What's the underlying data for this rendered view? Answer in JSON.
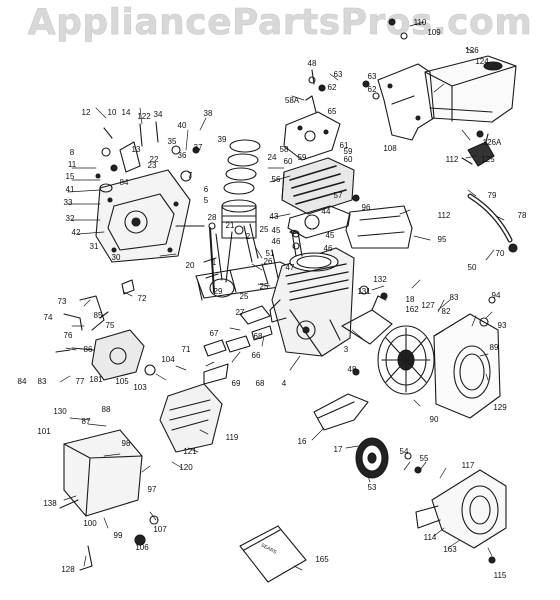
{
  "watermark": "AppliancePartsPros.com",
  "booklet_text": "SEARS",
  "parts": [
    {
      "id": "p110",
      "label": "110"
    },
    {
      "id": "p109",
      "label": "109"
    },
    {
      "id": "p126",
      "label": "126"
    },
    {
      "id": "p124",
      "label": "124"
    },
    {
      "id": "p48",
      "label": "48"
    },
    {
      "id": "p63a",
      "label": "63"
    },
    {
      "id": "p62a",
      "label": "62"
    },
    {
      "id": "p63b",
      "label": "63"
    },
    {
      "id": "p62b",
      "label": "62"
    },
    {
      "id": "p58A",
      "label": "58A"
    },
    {
      "id": "p65",
      "label": "65"
    },
    {
      "id": "p12",
      "label": "12"
    },
    {
      "id": "p10",
      "label": "10"
    },
    {
      "id": "p14",
      "label": "14"
    },
    {
      "id": "p122",
      "label": "122"
    },
    {
      "id": "p34",
      "label": "34"
    },
    {
      "id": "p38",
      "label": "38"
    },
    {
      "id": "p40",
      "label": "40"
    },
    {
      "id": "p39",
      "label": "39"
    },
    {
      "id": "p37",
      "label": "37"
    },
    {
      "id": "p35",
      "label": "35"
    },
    {
      "id": "p36",
      "label": "36"
    },
    {
      "id": "p8",
      "label": "8"
    },
    {
      "id": "p11",
      "label": "11"
    },
    {
      "id": "p15",
      "label": "15"
    },
    {
      "id": "p13",
      "label": "13"
    },
    {
      "id": "p22",
      "label": "22"
    },
    {
      "id": "p23",
      "label": "23"
    },
    {
      "id": "p7",
      "label": "7"
    },
    {
      "id": "p84a",
      "label": "84"
    },
    {
      "id": "p41",
      "label": "41"
    },
    {
      "id": "p33",
      "label": "33"
    },
    {
      "id": "p32",
      "label": "32"
    },
    {
      "id": "p42",
      "label": "42"
    },
    {
      "id": "p31",
      "label": "31"
    },
    {
      "id": "p30",
      "label": "30"
    },
    {
      "id": "p6",
      "label": "6"
    },
    {
      "id": "p5",
      "label": "5"
    },
    {
      "id": "p24",
      "label": "24"
    },
    {
      "id": "p58",
      "label": "58"
    },
    {
      "id": "p60a",
      "label": "60"
    },
    {
      "id": "p59",
      "label": "59"
    },
    {
      "id": "p61",
      "label": "61"
    },
    {
      "id": "p59b",
      "label": "59"
    },
    {
      "id": "p60b",
      "label": "60"
    },
    {
      "id": "p56",
      "label": "56"
    },
    {
      "id": "p57",
      "label": "57"
    },
    {
      "id": "p108",
      "label": "108"
    },
    {
      "id": "p112a",
      "label": "112"
    },
    {
      "id": "p126A",
      "label": "126A"
    },
    {
      "id": "p125",
      "label": "125"
    },
    {
      "id": "p79",
      "label": "79"
    },
    {
      "id": "p78",
      "label": "78"
    },
    {
      "id": "p96",
      "label": "96"
    },
    {
      "id": "p112b",
      "label": "112"
    },
    {
      "id": "p95",
      "label": "95"
    },
    {
      "id": "p70",
      "label": "70"
    },
    {
      "id": "p50",
      "label": "50"
    },
    {
      "id": "p43",
      "label": "43"
    },
    {
      "id": "p44",
      "label": "44"
    },
    {
      "id": "p45a",
      "label": "45"
    },
    {
      "id": "p45b",
      "label": "45"
    },
    {
      "id": "p46a",
      "label": "46"
    },
    {
      "id": "p46b",
      "label": "46"
    },
    {
      "id": "p51",
      "label": "51"
    },
    {
      "id": "p47",
      "label": "47"
    },
    {
      "id": "p28",
      "label": "28"
    },
    {
      "id": "p21",
      "label": "21"
    },
    {
      "id": "p25a",
      "label": "25"
    },
    {
      "id": "p2",
      "label": "2"
    },
    {
      "id": "p20",
      "label": "20"
    },
    {
      "id": "p1",
      "label": "1"
    },
    {
      "id": "p26",
      "label": "26"
    },
    {
      "id": "p29",
      "label": "29"
    },
    {
      "id": "p25b",
      "label": "25"
    },
    {
      "id": "p27",
      "label": "27"
    },
    {
      "id": "p25c",
      "label": "25"
    },
    {
      "id": "p72",
      "label": "72"
    },
    {
      "id": "p73",
      "label": "73"
    },
    {
      "id": "p74",
      "label": "74"
    },
    {
      "id": "p76",
      "label": "76"
    },
    {
      "id": "p85",
      "label": "85"
    },
    {
      "id": "p75",
      "label": "75"
    },
    {
      "id": "p86",
      "label": "86"
    },
    {
      "id": "p84b",
      "label": "84"
    },
    {
      "id": "p83",
      "label": "83"
    },
    {
      "id": "p77",
      "label": "77"
    },
    {
      "id": "p181",
      "label": "181"
    },
    {
      "id": "p105",
      "label": "105"
    },
    {
      "id": "p103",
      "label": "103"
    },
    {
      "id": "p104",
      "label": "104"
    },
    {
      "id": "p67",
      "label": "67"
    },
    {
      "id": "p68a",
      "label": "68"
    },
    {
      "id": "p66",
      "label": "66"
    },
    {
      "id": "p71",
      "label": "71"
    },
    {
      "id": "p69",
      "label": "69"
    },
    {
      "id": "p68b",
      "label": "68"
    },
    {
      "id": "p4",
      "label": "4"
    },
    {
      "id": "p3",
      "label": "3"
    },
    {
      "id": "p131",
      "label": "131"
    },
    {
      "id": "p132",
      "label": "132"
    },
    {
      "id": "p18",
      "label": "18"
    },
    {
      "id": "p127",
      "label": "127"
    },
    {
      "id": "p83b",
      "label": "83"
    },
    {
      "id": "p82",
      "label": "82"
    },
    {
      "id": "p94",
      "label": "94"
    },
    {
      "id": "p162",
      "label": "162"
    },
    {
      "id": "p93",
      "label": "93"
    },
    {
      "id": "p89",
      "label": "89"
    },
    {
      "id": "p48b",
      "label": "48"
    },
    {
      "id": "p129",
      "label": "129"
    },
    {
      "id": "p90",
      "label": "90"
    },
    {
      "id": "p130",
      "label": "130"
    },
    {
      "id": "p87",
      "label": "87"
    },
    {
      "id": "p88",
      "label": "88"
    },
    {
      "id": "p101",
      "label": "101"
    },
    {
      "id": "p98",
      "label": "98"
    },
    {
      "id": "p119",
      "label": "119"
    },
    {
      "id": "p121",
      "label": "121"
    },
    {
      "id": "p120",
      "label": "120"
    },
    {
      "id": "p97",
      "label": "97"
    },
    {
      "id": "p16",
      "label": "16"
    },
    {
      "id": "p17",
      "label": "17"
    },
    {
      "id": "p54",
      "label": "54"
    },
    {
      "id": "p55",
      "label": "55"
    },
    {
      "id": "p117",
      "label": "117"
    },
    {
      "id": "p53",
      "label": "53"
    },
    {
      "id": "p138",
      "label": "138"
    },
    {
      "id": "p100",
      "label": "100"
    },
    {
      "id": "p99",
      "label": "99"
    },
    {
      "id": "p106",
      "label": "106"
    },
    {
      "id": "p107",
      "label": "107"
    },
    {
      "id": "p114",
      "label": "114"
    },
    {
      "id": "p163",
      "label": "163"
    },
    {
      "id": "p115",
      "label": "115"
    },
    {
      "id": "p128",
      "label": "128"
    },
    {
      "id": "p165",
      "label": "165"
    }
  ]
}
